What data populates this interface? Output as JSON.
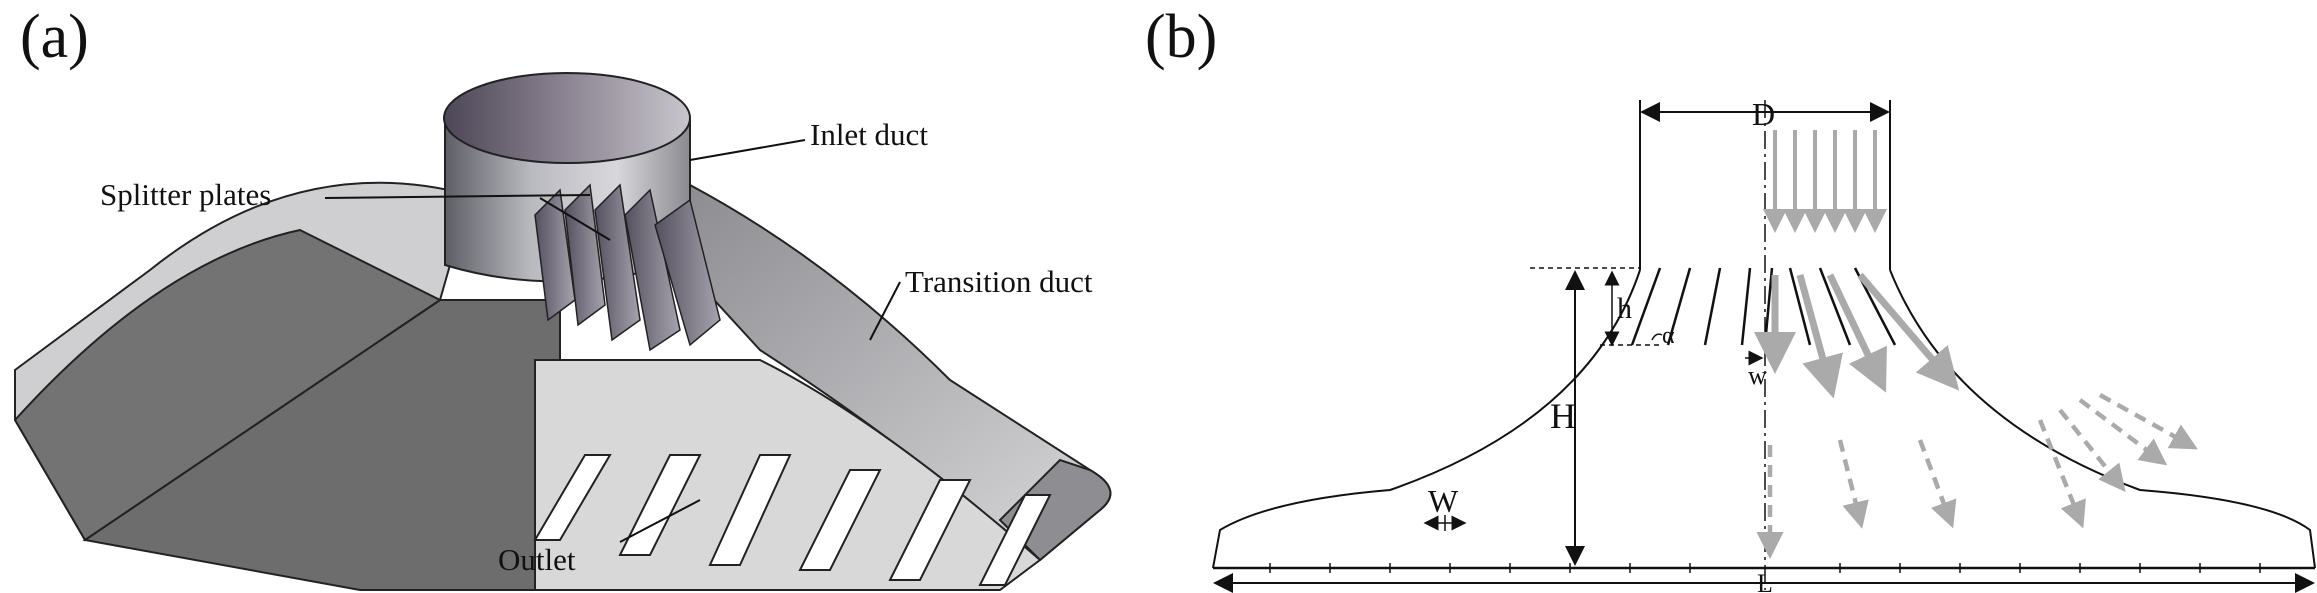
{
  "panel_a": {
    "label": "(a)",
    "callouts": {
      "splitter": "Splitter plates",
      "inlet": "Inlet duct",
      "transition": "Transition duct",
      "outlet": "Outlet"
    }
  },
  "panel_b": {
    "label": "(b)",
    "dims": {
      "D": "D",
      "h": "h",
      "alpha": "α",
      "H": "H",
      "w": "w",
      "W": "W",
      "L": "L"
    }
  },
  "colors": {
    "dark_fill": "#6f6f6f",
    "mid_fill": "#9a9a9a",
    "light_fill": "#d9d9d9",
    "arrow_gray": "#aaaaaa",
    "line": "#111111"
  }
}
